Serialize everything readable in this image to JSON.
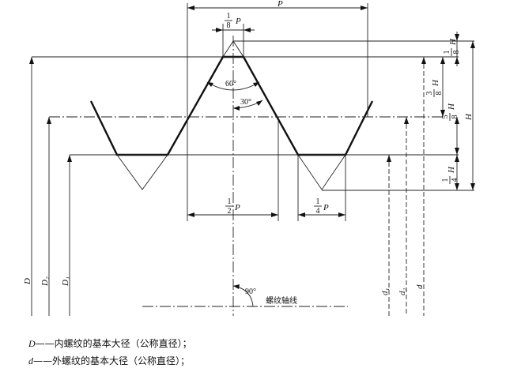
{
  "labels": {
    "top_pitch": "P",
    "eighth_p": {
      "num": "1",
      "den": "8",
      "sym": "P"
    },
    "half_p": {
      "num": "1",
      "den": "2",
      "sym": "P"
    },
    "quarter_p": {
      "num": "1",
      "den": "4",
      "sym": "P"
    },
    "angle_60": "60°",
    "angle_30": "30°",
    "angle_90": "90°",
    "axis_label": "螺纹轴线",
    "big_d": "D",
    "d2_int": "D₂",
    "d1_int": "D₁",
    "d1_ext": "d₁",
    "d2_ext": "d₂",
    "d_ext": "d",
    "h_full": "H",
    "h_eighth": {
      "num": "1",
      "den": "8",
      "sym": "H"
    },
    "h_three_eighths": {
      "num": "3",
      "den": "8",
      "sym": "H"
    },
    "h_five_eighths": {
      "num": "5",
      "den": "8",
      "sym": "H"
    },
    "h_quarter": {
      "num": "1",
      "den": "4",
      "sym": "H"
    }
  },
  "legend": [
    {
      "symbol": "D",
      "text": "——内螺纹的基本大径（公称直径）；"
    },
    {
      "symbol": "d",
      "text": "——外螺纹的基本大径（公称直径）；"
    }
  ]
}
